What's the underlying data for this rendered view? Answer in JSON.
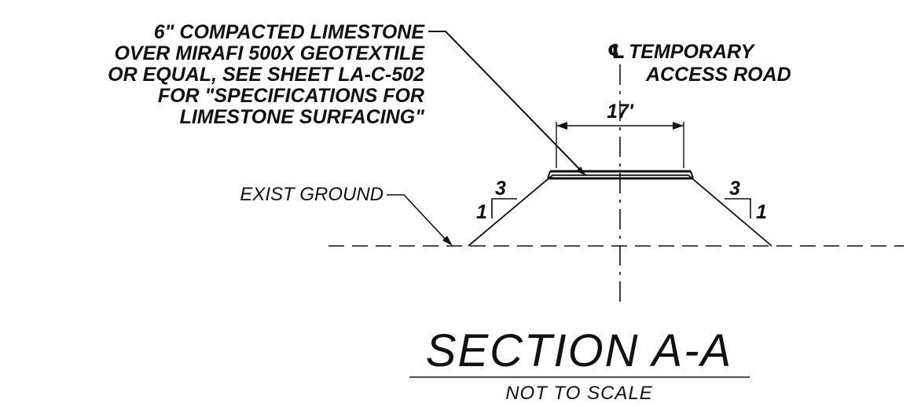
{
  "callouts": {
    "limestone_note": [
      "6\" COMPACTED LIMESTONE",
      "OVER MIRAFI 500X GEOTEXTILE",
      "OR EQUAL, SEE SHEET LA-C-502",
      "FOR \"SPECIFICATIONS FOR",
      "LIMESTONE SURFACING\""
    ],
    "centerline_symbol": "℄",
    "centerline_label": [
      "TEMPORARY",
      "ACCESS ROAD"
    ],
    "existing_ground": "EXIST GROUND"
  },
  "dimension": {
    "top_width": "17'"
  },
  "slopes": {
    "left": {
      "horizontal": "3",
      "vertical": "1"
    },
    "right": {
      "horizontal": "3",
      "vertical": "1"
    }
  },
  "section": {
    "title": "SECTION A-A",
    "subtitle": "NOT TO SCALE"
  },
  "colors": {
    "ink": "#111111",
    "paper": "#ffffff"
  }
}
